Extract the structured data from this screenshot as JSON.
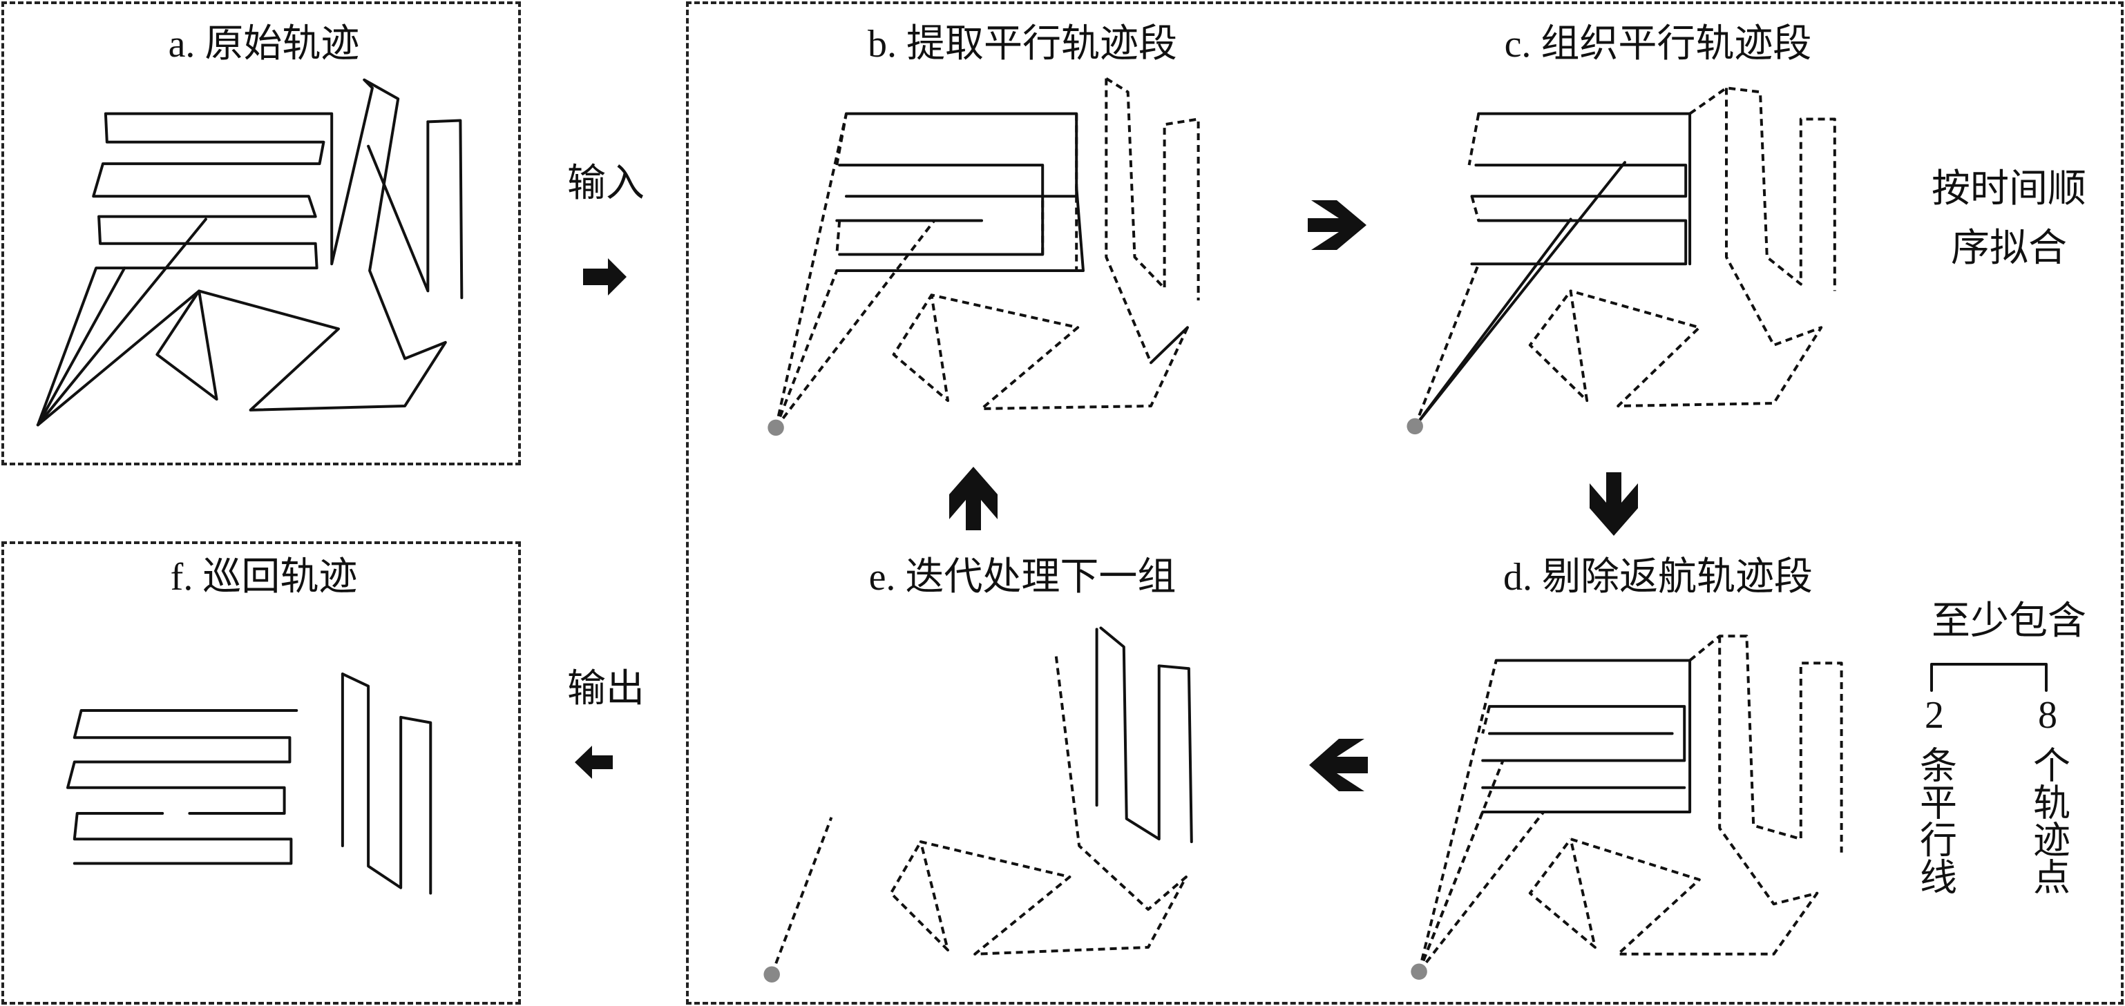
{
  "panels": {
    "a": "a. 原始轨迹",
    "b": "b. 提取平行轨迹段",
    "c": "c. 组织平行轨迹段",
    "d": "d. 剔除返航轨迹段",
    "e": "e. 迭代处理下一组",
    "f": "f. 巡回轨迹"
  },
  "flow": {
    "input_label": "输入",
    "output_label": "输出"
  },
  "notes": {
    "time_fit_line1": "按时间顺",
    "time_fit_line2": "序拟合",
    "contains_title": "至少包含",
    "left_branch_number": "2",
    "left_branch_text": "条平行线",
    "right_branch_number": "8",
    "right_branch_text": "个轨迹点"
  },
  "colors": {
    "line": "#111111",
    "start_point": "#888888",
    "background": "#ffffff"
  }
}
